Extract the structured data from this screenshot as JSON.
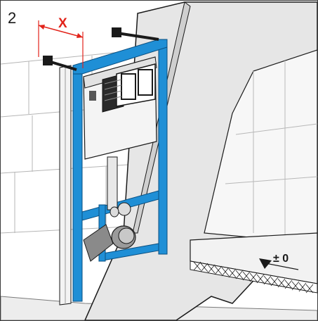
{
  "figure": {
    "step_number": "2",
    "dimension_label": "X",
    "level_label": "± 0"
  },
  "colors": {
    "frame_blue": "#1f8fd6",
    "dimension_red": "#e2231a",
    "wall_grey": "#e6e6e6",
    "panel_grey": "#d4d4d4",
    "line": "#1a1a1a"
  },
  "icons": [
    "level-marker-icon"
  ]
}
